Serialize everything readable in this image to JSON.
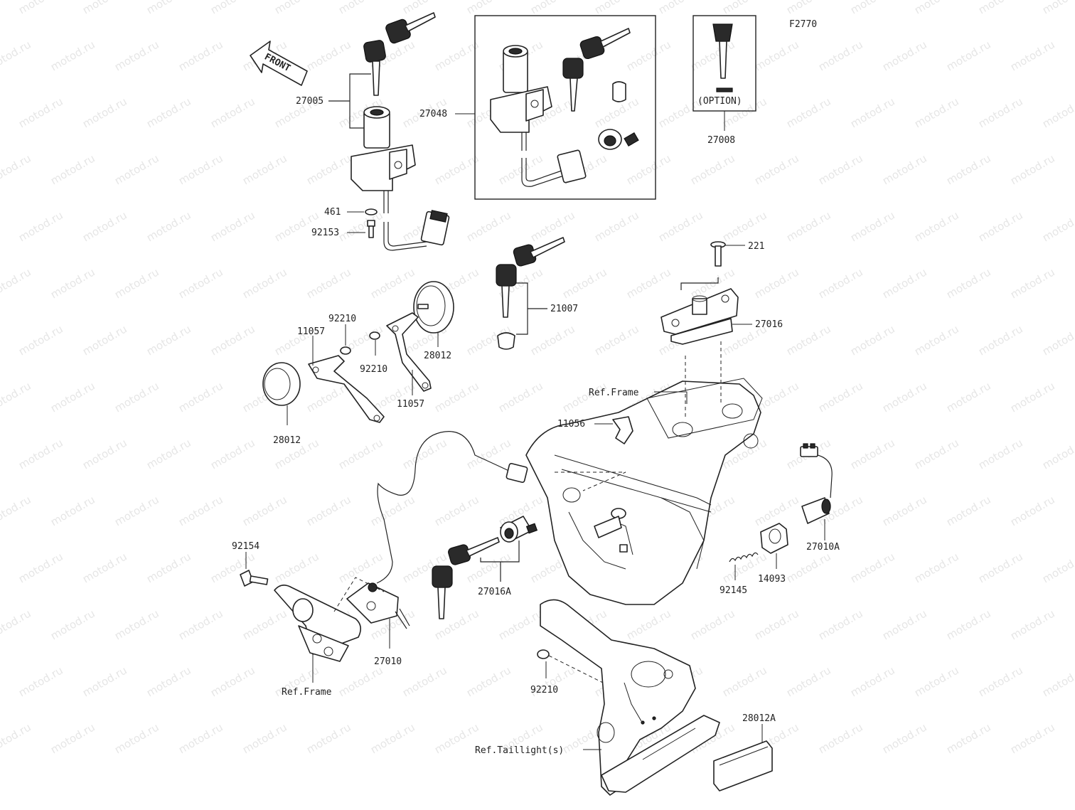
{
  "watermark": "motod.ru",
  "figure_code": "F2770",
  "front_arrow": "FRONT",
  "option_label": "(OPTION)",
  "labels": {
    "p27005": "27005",
    "p27048": "27048",
    "p27008": "27008",
    "p461": "461",
    "p92153": "92153",
    "p221": "221",
    "p21007": "21007",
    "p27016": "27016",
    "p92210a": "92210",
    "p11057a": "11057",
    "p92210b": "92210",
    "p28012a": "28012",
    "p11057b": "11057",
    "p28012b": "28012",
    "ref_frame_top": "Ref.Frame",
    "p11056": "11056",
    "p92154": "92154",
    "p27016A": "27016A",
    "p27010A": "27010A",
    "p92145": "92145",
    "p14093": "14093",
    "p27010": "27010",
    "ref_frame_bottom": "Ref.Frame",
    "p92210c": "92210",
    "p28012A": "28012A",
    "ref_taillight": "Ref.Taillight(s)"
  }
}
